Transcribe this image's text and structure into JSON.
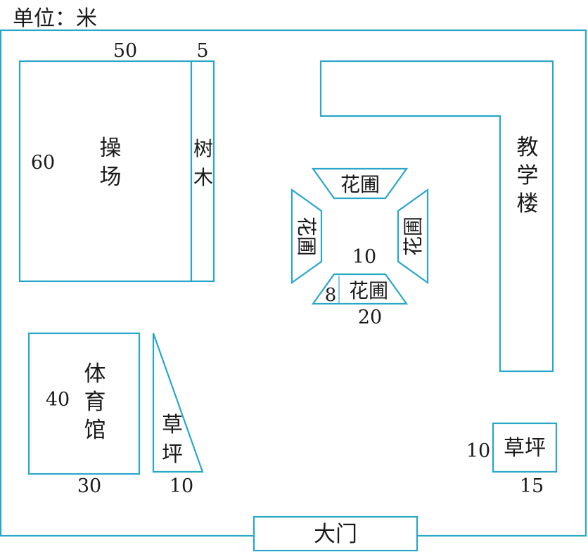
{
  "unit_label": "单位：米",
  "playground": {
    "name": "操场",
    "width": "50",
    "height": "60"
  },
  "trees": {
    "name": "树木",
    "width": "5"
  },
  "teaching_building": {
    "name": "教学楼"
  },
  "flowerbeds": {
    "top": "花圃",
    "left": "花圃",
    "right": "花圃",
    "bottom": "花圃",
    "top_base": "10",
    "bottom_base": "20",
    "height": "8"
  },
  "gym": {
    "name": "体育馆",
    "width": "30",
    "height": "40"
  },
  "lawn_triangle": {
    "name": "草坪",
    "base": "10"
  },
  "lawn_rect": {
    "name": "草坪",
    "width": "15",
    "height": "10"
  },
  "gate": {
    "name": "大门"
  },
  "colors": {
    "outline": "#2aa6c9",
    "text": "#1a1a1a"
  }
}
